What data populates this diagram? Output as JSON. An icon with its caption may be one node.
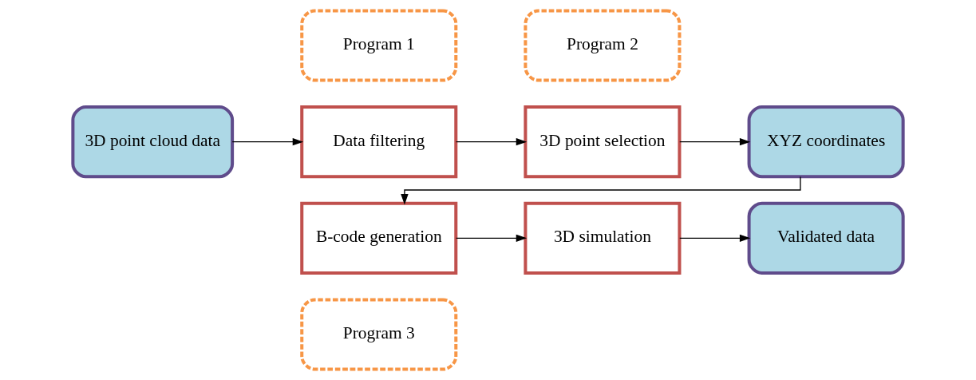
{
  "diagram": {
    "nodes": [
      {
        "text": [
          "Program 1"
        ]
      },
      {
        "text": [
          "Program 2"
        ]
      },
      {
        "text": [
          "3D point cloud data"
        ]
      },
      {
        "text": [
          "Data filtering"
        ]
      },
      {
        "text": [
          "3D point selection"
        ]
      },
      {
        "text": [
          "XYZ coordinates"
        ]
      },
      {
        "text": [
          "B-code generation"
        ]
      },
      {
        "text": [
          "3D simulation"
        ]
      },
      {
        "text": [
          "Validated data"
        ]
      },
      {
        "text": [
          "Program 3"
        ]
      }
    ],
    "edges": [
      {
        "from": 2,
        "to": 3,
        "arrow": "to"
      },
      {
        "from": 3,
        "to": 4,
        "arrow": "to"
      },
      {
        "from": 4,
        "to": 5,
        "arrow": "to"
      },
      {
        "from": 5,
        "to": 6,
        "arrow": "to"
      },
      {
        "from": 6,
        "to": 7,
        "arrow": "to"
      },
      {
        "from": 7,
        "to": 8,
        "arrow": "to"
      }
    ]
  }
}
